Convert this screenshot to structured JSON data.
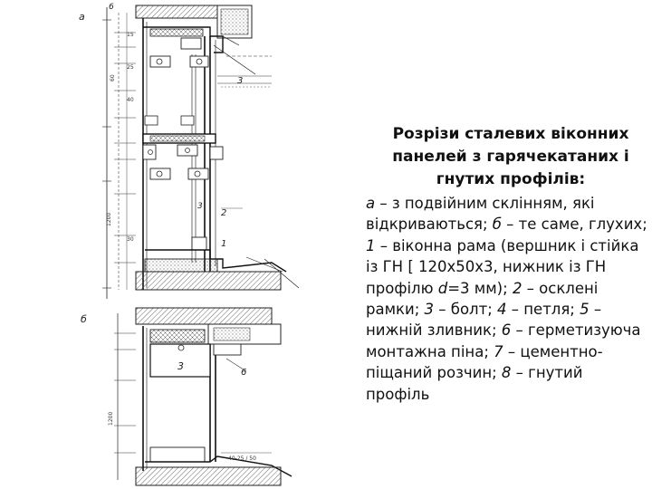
{
  "figure": {
    "part_a_label": "а",
    "part_b_label": "б",
    "callout_numbers_a": [
      "6",
      "3",
      "2",
      "1",
      "3"
    ],
    "callout_numbers_b": [
      "3",
      "6"
    ]
  },
  "caption": {
    "title_line1": "Розрізи сталевих віконних",
    "title_line2": "панелей з гарячекатаних і",
    "title_line3": "гнутих профілів:",
    "items": [
      {
        "key": "а",
        "text": " – з подвійним склінням, які відкриваються; "
      },
      {
        "key": "б",
        "text": " – те саме, глухих; "
      },
      {
        "key": "1",
        "text": " – віконна рама (вершник і стійка із ГН [ 120х50х3, нижник із ГН профілю "
      },
      {
        "key": "d",
        "text": "=3 мм); "
      },
      {
        "key": "2",
        "text": " – осклені рамки; "
      },
      {
        "key": "3",
        "text": " – болт; "
      },
      {
        "key": "4",
        "text": " – петля; "
      },
      {
        "key": "5",
        "text": " – нижній зливник; "
      },
      {
        "key": "6",
        "text": " – герметизуюча монтажна піна; "
      },
      {
        "key": "7",
        "text": " – цементно-піщаний розчин; "
      },
      {
        "key": "8",
        "text": " – гнутий профіль"
      }
    ]
  }
}
